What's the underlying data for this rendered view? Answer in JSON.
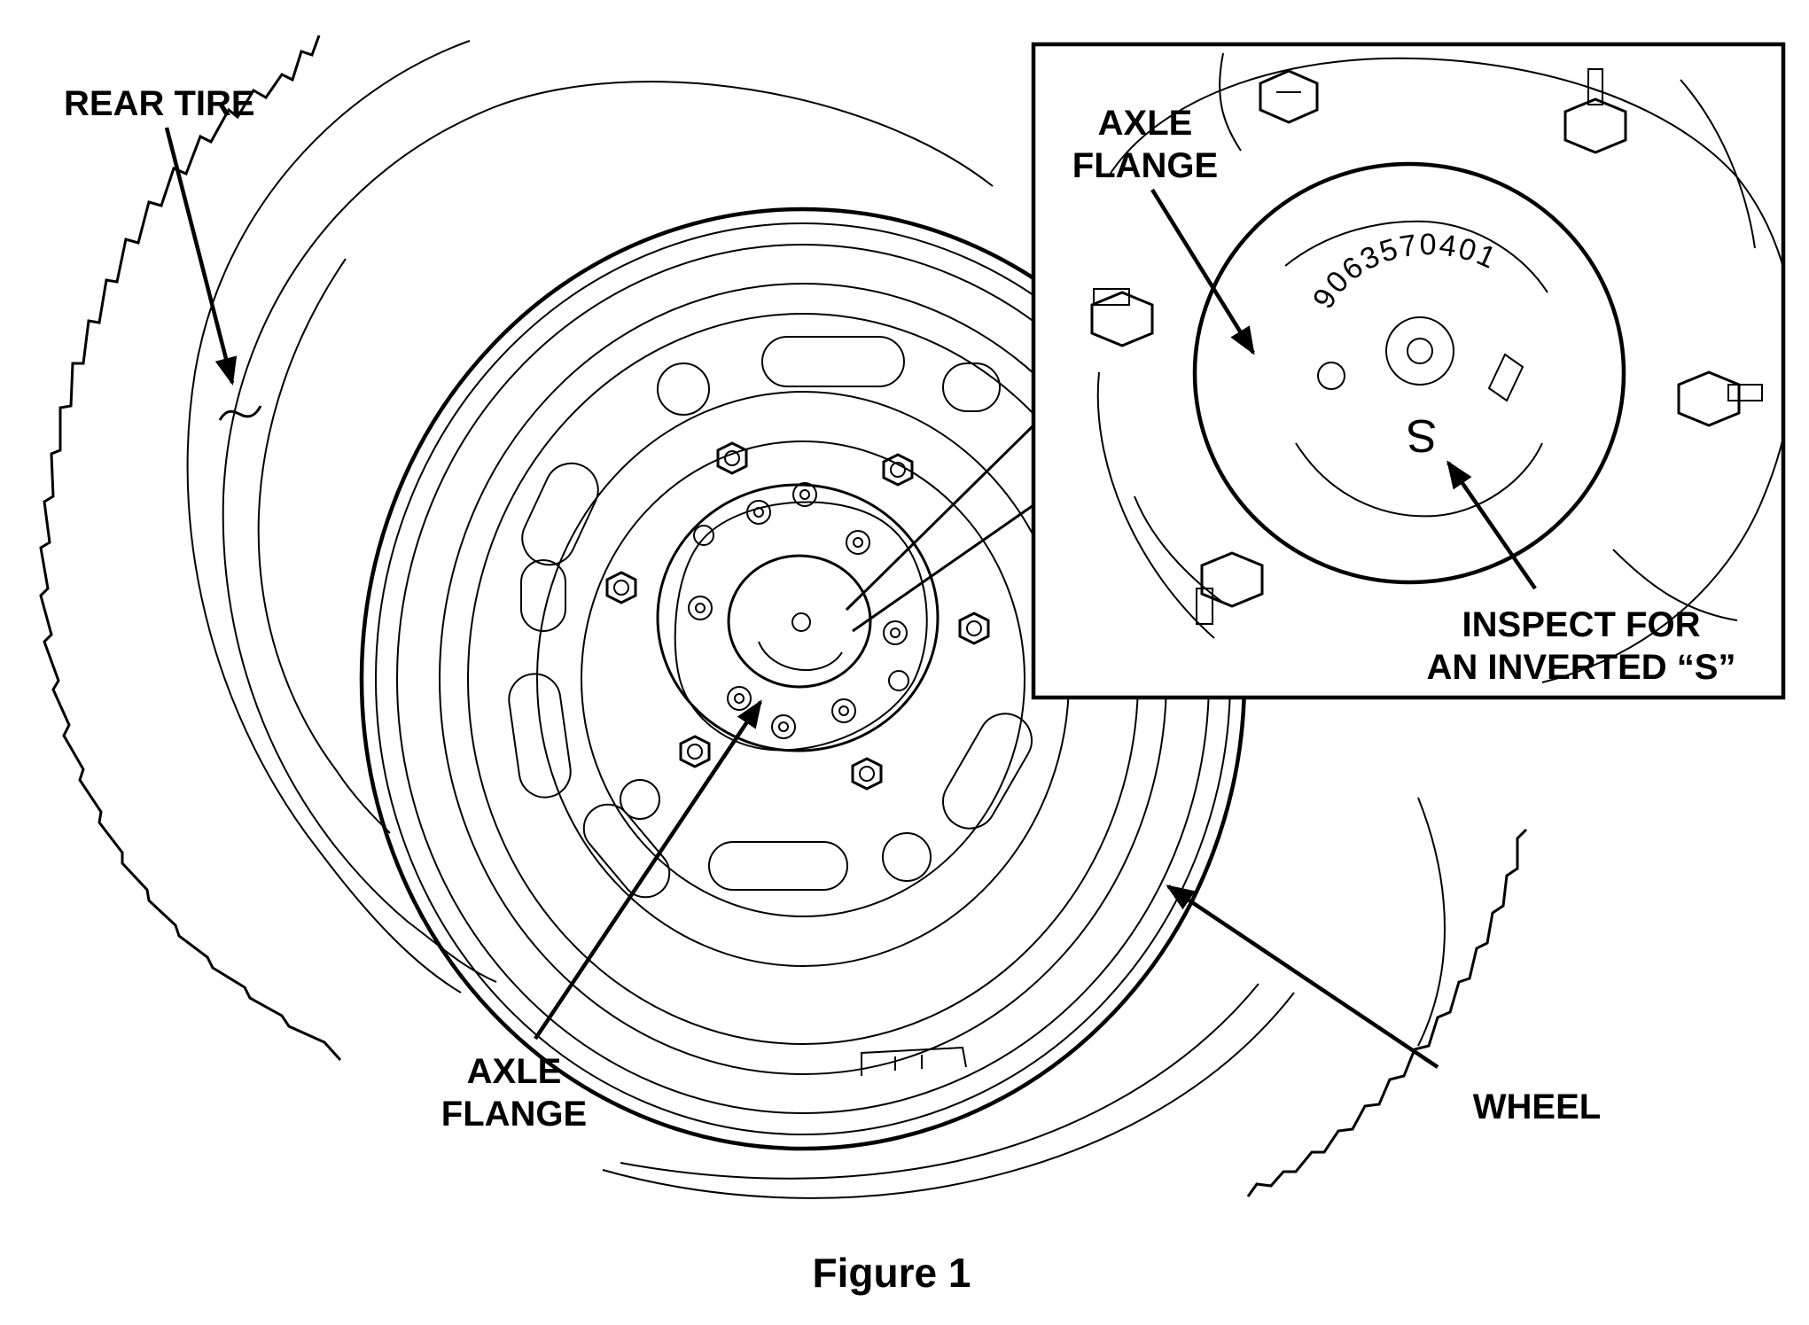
{
  "figure": {
    "caption": "Figure 1",
    "labels": {
      "rear_tire": "REAR TIRE",
      "axle_flange_main_line1": "AXLE",
      "axle_flange_main_line2": "FLANGE",
      "wheel": "WHEEL",
      "inset_axle_flange_line1": "AXLE",
      "inset_axle_flange_line2": "FLANGE",
      "inspect_line1": "INSPECT FOR",
      "inspect_line2": "AN INVERTED “S”"
    },
    "part_number": "9063570401",
    "inverted_s_mark": "S"
  }
}
